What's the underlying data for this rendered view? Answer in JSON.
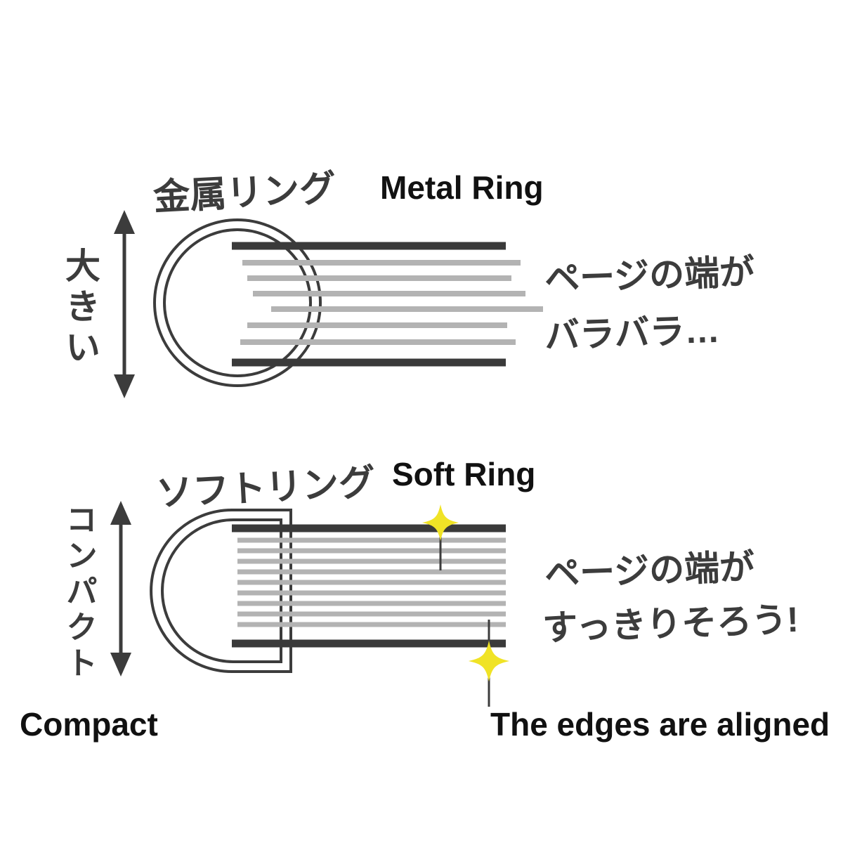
{
  "top_diagram": {
    "label_jp": "金属リング",
    "label_en": "Metal Ring",
    "size_label": "大きい",
    "note_line1": "ページの端が",
    "note_line2": "バラバラ…"
  },
  "bottom_diagram": {
    "label_jp": "ソフトリング",
    "label_en": "Soft Ring",
    "size_label": "コンパクト",
    "note_line1": "ページの端が",
    "note_line2": "すっきりそろう!",
    "caption_compact": "Compact",
    "caption_aligned": "The edges are aligned"
  },
  "colors": {
    "ink": "#3c3c3c",
    "page_gray": "#b3b3b3",
    "page_dark": "#3a3a3a",
    "sparkle_yellow": "#f0e326"
  }
}
